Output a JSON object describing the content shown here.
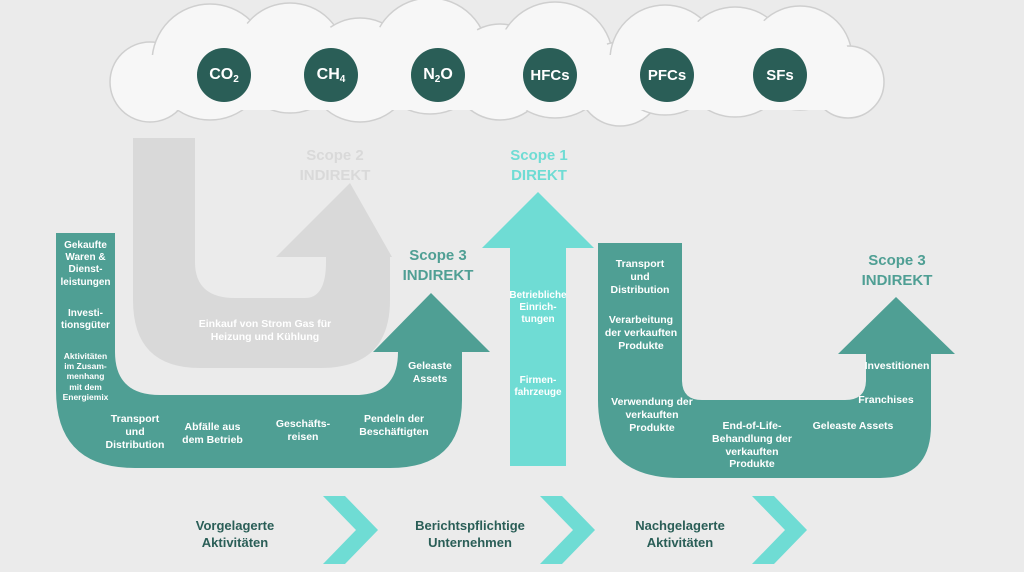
{
  "colors": {
    "background": "#ebebeb",
    "teal": "#4f9f94",
    "cyan": "#6fdcd4",
    "grey": "#d9d9d9",
    "dark_circle": "#2a5e57",
    "cloud": "#f7f7f7"
  },
  "gases": [
    {
      "main": "CO",
      "sub": "2"
    },
    {
      "main": "CH",
      "sub": "4"
    },
    {
      "main": "N",
      "sub": "2",
      "tail": "O"
    },
    {
      "main": "HFCs",
      "sub": ""
    },
    {
      "main": "PFCs",
      "sub": ""
    },
    {
      "main": "SFs",
      "sub": ""
    }
  ],
  "scope2": {
    "line1": "Scope 2",
    "line2": "INDIREKT"
  },
  "scope1": {
    "line1": "Scope 1",
    "line2": "DIREKT"
  },
  "scope3_upstream": {
    "line1": "Scope 3",
    "line2": "INDIREKT"
  },
  "scope3_downstream": {
    "line1": "Scope 3",
    "line2": "INDIREKT"
  },
  "scope2_label": "Einkauf von Strom Gas für\nHeizung und Kühlung",
  "upstream_items": [
    "Gekaufte\nWaren &\nDienst-\nleistungen",
    "Investi-\ntionsgüter",
    "Aktivitäten\nim Zusam-\nmenhang\nmit dem\nEnergiemix",
    "Transport\nund\nDistribution",
    "Abfälle aus\ndem Betrieb",
    "Geschäfts-\nreisen",
    "Pendeln der\nBeschäftigten",
    "Geleaste\nAssets"
  ],
  "scope1_items": [
    "Betriebliche\nEinrich-\ntungen",
    "Firmen-\nfahrzeuge"
  ],
  "downstream_items": [
    "Transport\nund\nDistribution",
    "Verarbeitung\nder verkauften\nProdukte",
    "Verwendung der\nverkauften\nProdukte",
    "End-of-Life-\nBehandlung der\nverkauften\nProdukte",
    "Geleaste Assets",
    "Franchises",
    "Investitionen"
  ],
  "stages": [
    {
      "line1": "Vorgelagerte",
      "line2": "Aktivitäten"
    },
    {
      "line1": "Berichtspflichtige",
      "line2": "Unternehmen"
    },
    {
      "line1": "Nachgelagerte",
      "line2": "Aktivitäten"
    }
  ]
}
